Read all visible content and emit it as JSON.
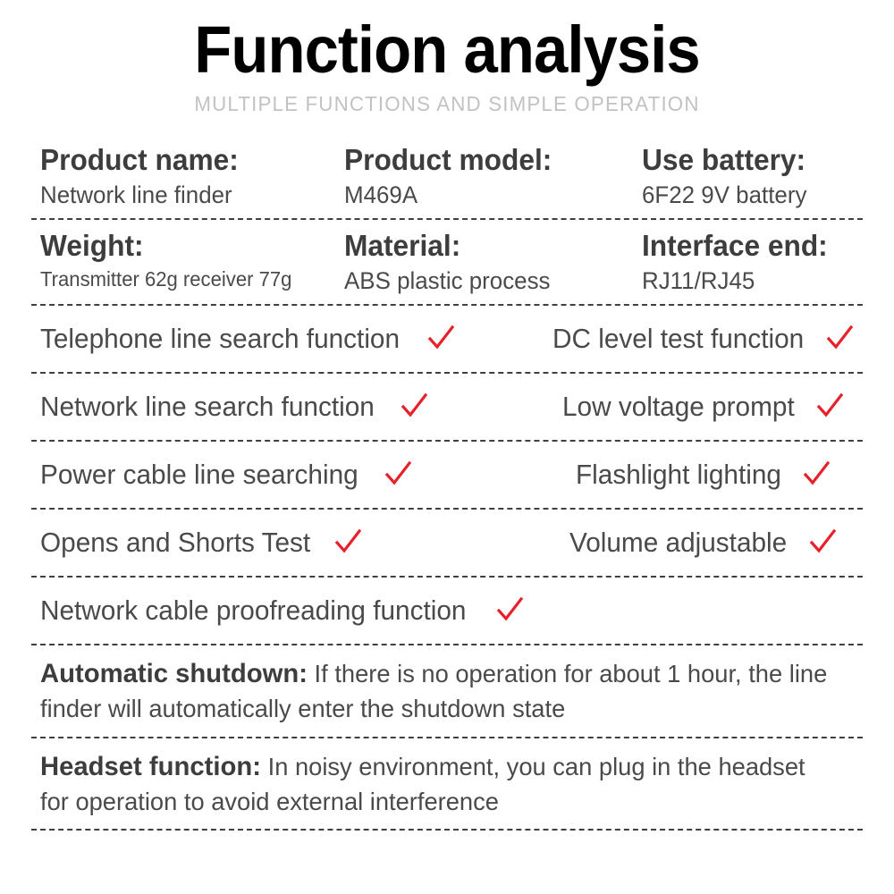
{
  "header": {
    "title": "Function analysis",
    "subtitle": "MULTIPLE FUNCTIONS AND SIMPLE OPERATION"
  },
  "colors": {
    "check_red": "#e8202a",
    "title_black": "#000000",
    "text_gray": "#4a4a4a",
    "subtitle_gray": "#c2c2c2",
    "dash_gray": "#3f3f3f"
  },
  "specs": [
    {
      "items": [
        {
          "label": "Product name:",
          "value": "Network line finder"
        },
        {
          "label": "Product model:",
          "value": "M469A"
        },
        {
          "label": "Use battery:",
          "value": "6F22 9V battery"
        }
      ]
    },
    {
      "items": [
        {
          "label": "Weight:",
          "value": "Transmitter 62g receiver 77g"
        },
        {
          "label": "Material:",
          "value": "ABS plastic process"
        },
        {
          "label": "Interface end:",
          "value": "RJ11/RJ45"
        }
      ]
    }
  ],
  "features": [
    {
      "left": "Telephone line search function",
      "right": "DC level test function"
    },
    {
      "left": "Network line search function",
      "right": "Low voltage prompt"
    },
    {
      "left": "Power cable line searching",
      "right": "Flashlight lighting"
    },
    {
      "left": "Opens and Shorts Test",
      "right": "Volume adjustable"
    }
  ],
  "feature_full": "Network cable proofreading function",
  "paragraphs": [
    {
      "lead": "Automatic shutdown:",
      "body": "If there is no operation for about 1 hour, the line finder will automatically enter the shutdown state"
    },
    {
      "lead": "Headset function:",
      "body": "In noisy environment, you can plug in the headset for operation to avoid external interference"
    }
  ]
}
